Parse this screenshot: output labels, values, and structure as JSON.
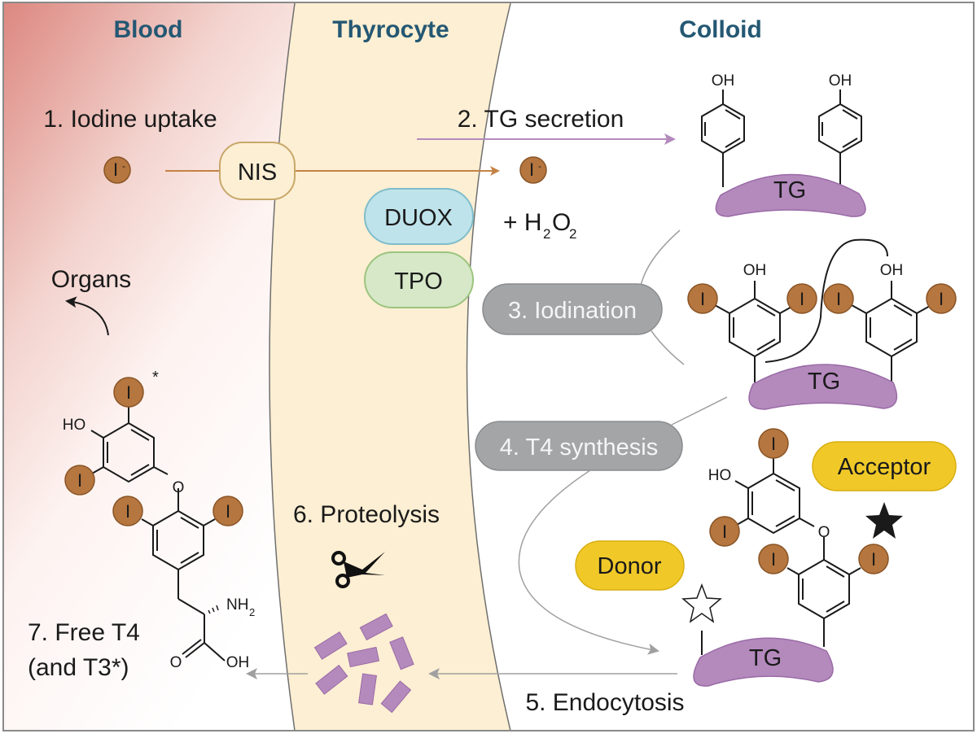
{
  "regions": {
    "blood": "Blood",
    "thyrocyte": "Thyrocyte",
    "colloid": "Colloid"
  },
  "steps": {
    "iodine_uptake": "1. Iodine uptake",
    "tg_secretion": "2. TG secretion",
    "iodination": "3. Iodination",
    "t4_synthesis": "4. T4 synthesis",
    "endocytosis": "5. Endocytosis",
    "proteolysis": "6. Proteolysis",
    "free_t4_line1": "7. Free T4",
    "free_t4_line2": "(and T3*)"
  },
  "proteins": {
    "nis": "NIS",
    "duox": "DUOX",
    "tpo": "TPO",
    "tg": "TG"
  },
  "labels": {
    "organs": "Organs",
    "h2o2_plus": "+ H",
    "h2o2_sub1": "2",
    "h2o2_o": "O",
    "h2o2_sub2": "2",
    "donor": "Donor",
    "acceptor": "Acceptor",
    "iodide": "I",
    "iodide_charge": "-",
    "iodine": "I",
    "oh": "OH",
    "ho": "HO",
    "o": "O",
    "nh2": "NH",
    "nh2_sub": "2",
    "asterisk": "*"
  },
  "icons": {
    "scissors": "scissors-icon",
    "filled_star": "filled-star-icon",
    "open_star": "open-star-icon"
  },
  "colors": {
    "header_text": "#245873",
    "blood_fill": "#e8a39c",
    "thyrocyte_fill": "#fdefd3",
    "tg_fill": "#b48abd",
    "iodine_fill": "#b5763f",
    "nis_fill": "#fcefd4",
    "duox_fill": "#bfe3ea",
    "tpo_fill": "#d6e8c8",
    "step_pill_fill": "#a3a5a7",
    "donor_acceptor_fill": "#f0c929",
    "tg_arrow": "#b48abd",
    "iodide_arrow": "#c58245",
    "process_arrow": "#a0a0a0"
  }
}
